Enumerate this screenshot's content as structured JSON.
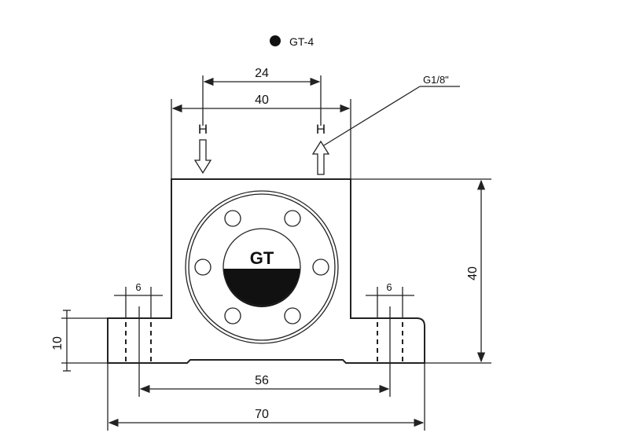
{
  "title": "GT-4",
  "port_label": "G1/8\"",
  "port_marks": [
    "H",
    "H"
  ],
  "logo_text": "GT",
  "dimensions": {
    "port_spacing": "24",
    "top_width": "40",
    "height": "40",
    "foot_height": "10",
    "hole_left": "6",
    "hole_right": "6",
    "hole_spacing": "56",
    "overall_width": "70"
  }
}
